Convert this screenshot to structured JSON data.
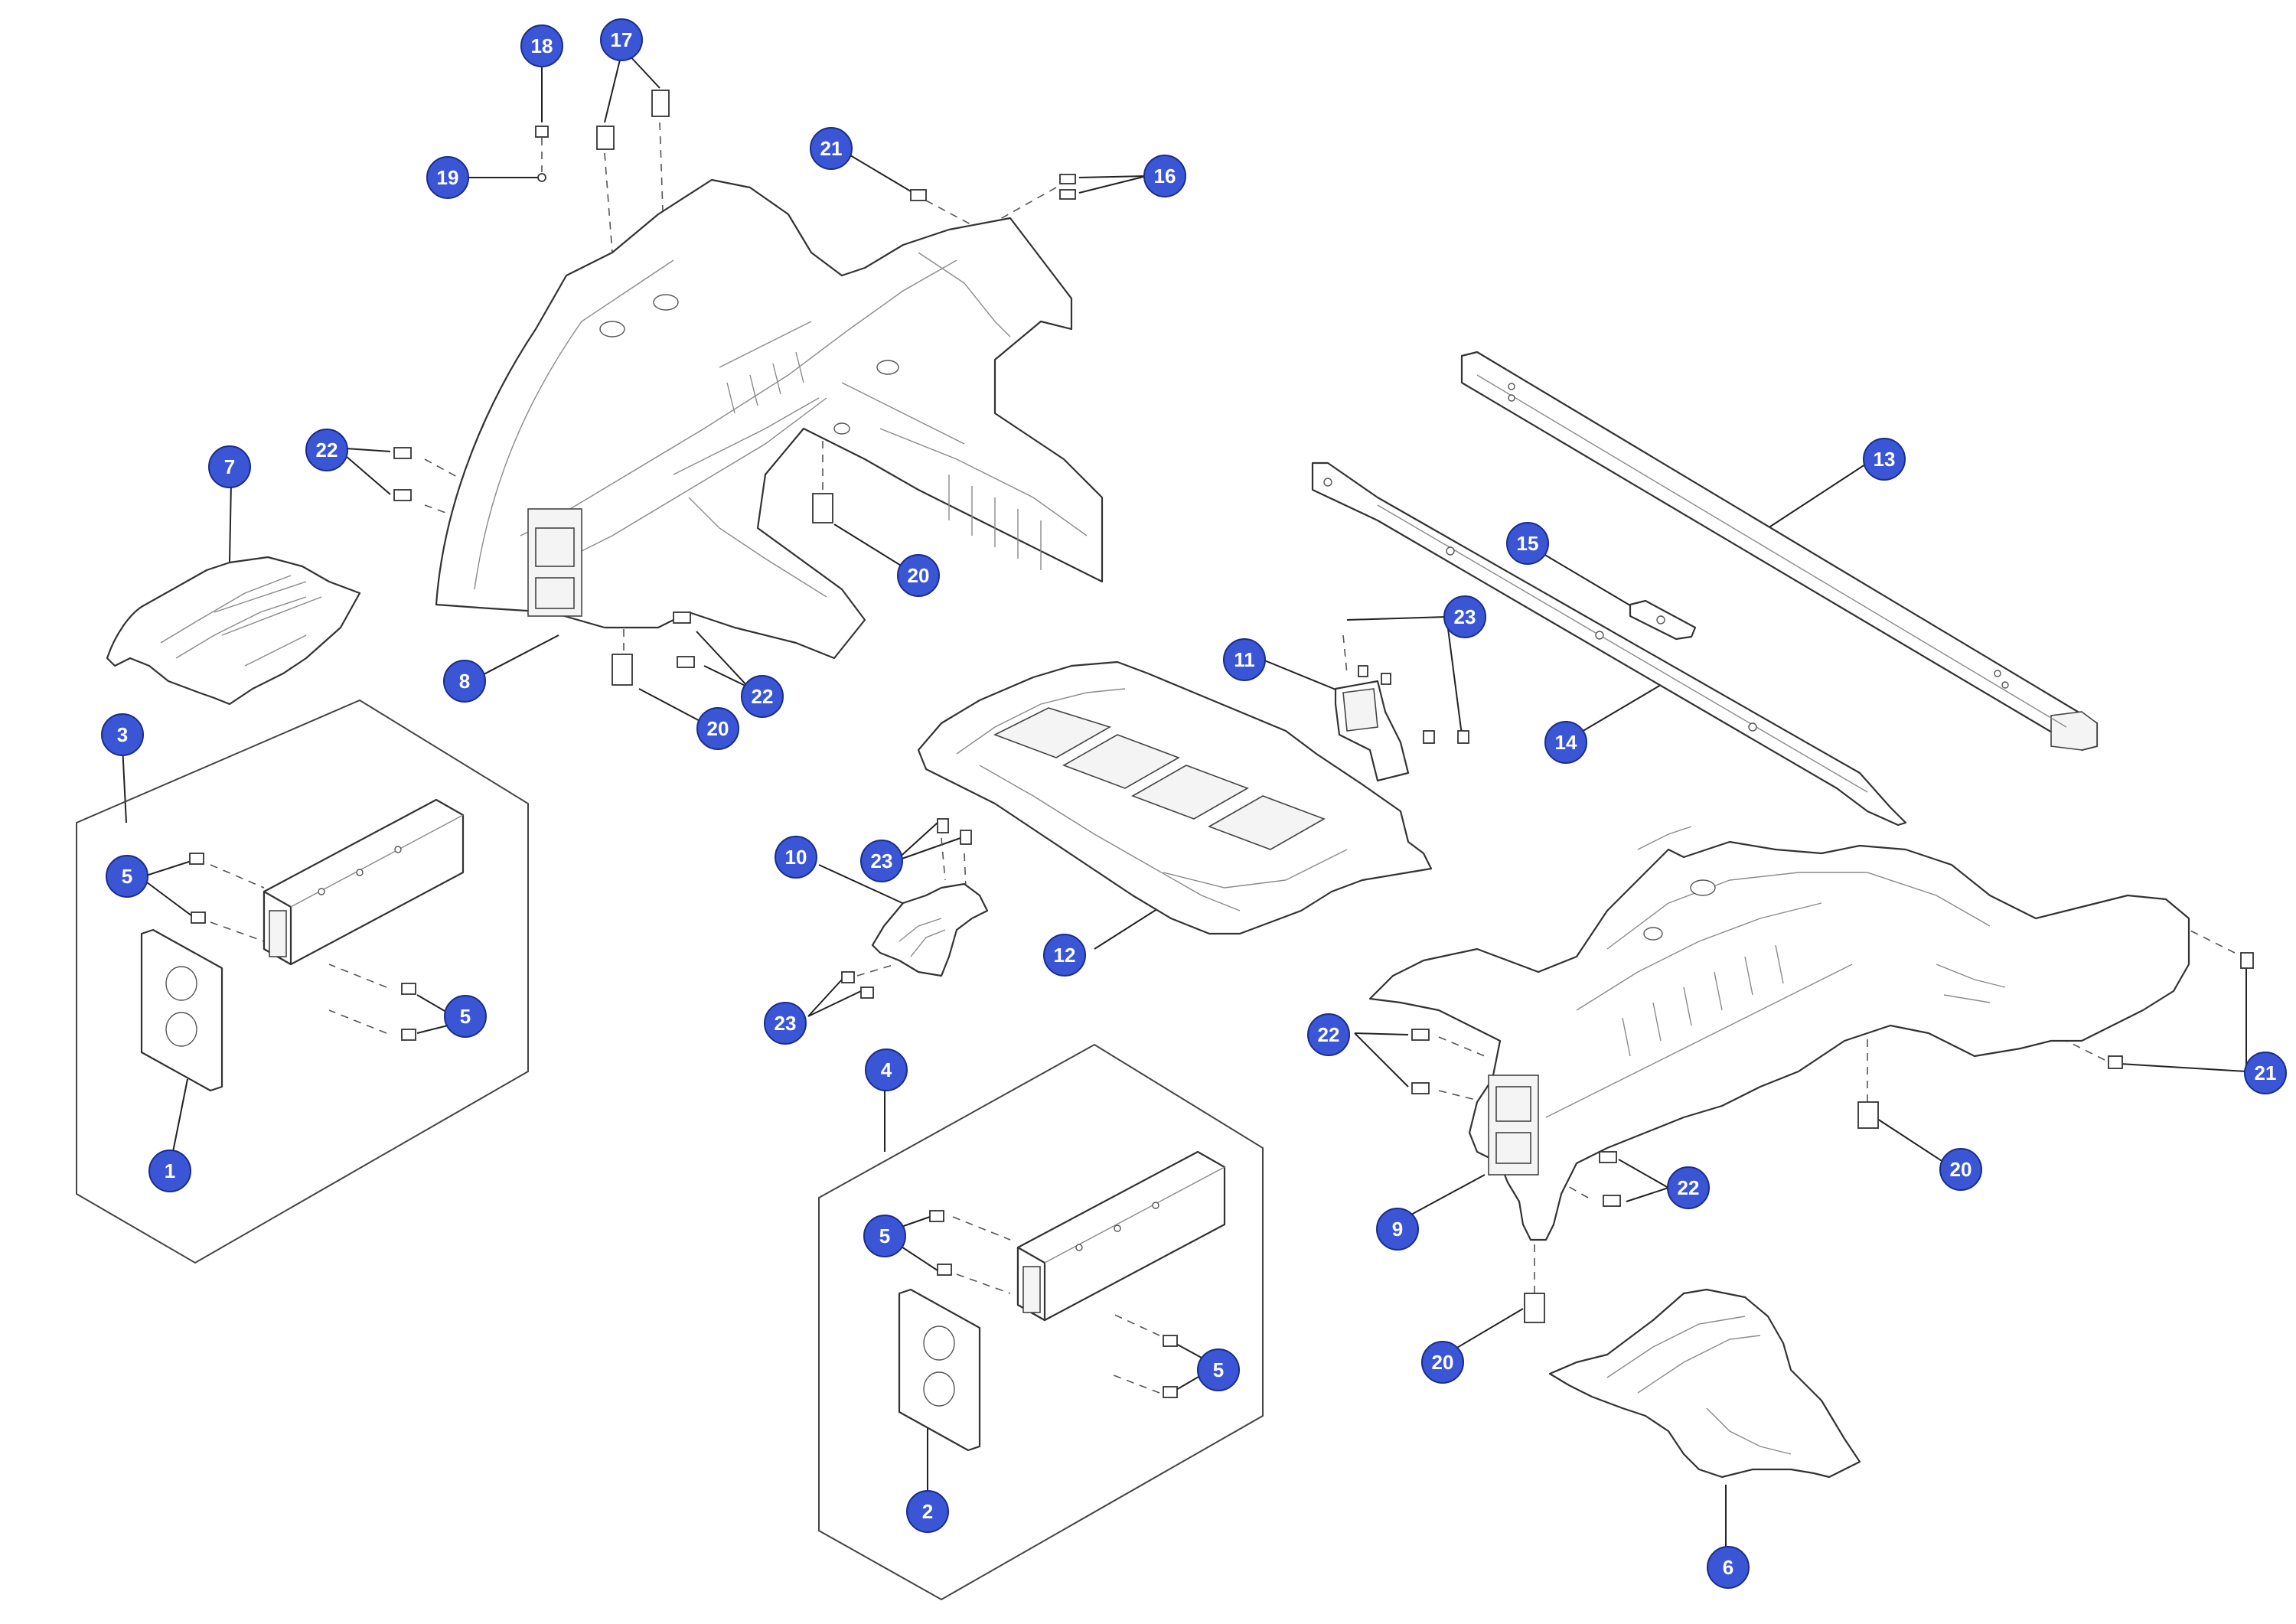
{
  "colors": {
    "badge_fill": "#3a56d4",
    "line": "#333333",
    "background": "#ffffff"
  },
  "callouts": [
    {
      "id": "c18",
      "label": "18"
    },
    {
      "id": "c17",
      "label": "17"
    },
    {
      "id": "c19",
      "label": "19"
    },
    {
      "id": "c21a",
      "label": "21"
    },
    {
      "id": "c16",
      "label": "16"
    },
    {
      "id": "c22a",
      "label": "22"
    },
    {
      "id": "c7",
      "label": "7"
    },
    {
      "id": "c20a",
      "label": "20"
    },
    {
      "id": "c13",
      "label": "13"
    },
    {
      "id": "c15",
      "label": "15"
    },
    {
      "id": "c23a",
      "label": "23"
    },
    {
      "id": "c11",
      "label": "11"
    },
    {
      "id": "c8",
      "label": "8"
    },
    {
      "id": "c22b",
      "label": "22"
    },
    {
      "id": "c20b",
      "label": "20"
    },
    {
      "id": "c14",
      "label": "14"
    },
    {
      "id": "c3",
      "label": "3"
    },
    {
      "id": "c5a",
      "label": "5"
    },
    {
      "id": "c23b",
      "label": "23"
    },
    {
      "id": "c10",
      "label": "10"
    },
    {
      "id": "c12",
      "label": "12"
    },
    {
      "id": "c5b",
      "label": "5"
    },
    {
      "id": "c23c",
      "label": "23"
    },
    {
      "id": "c22c",
      "label": "22"
    },
    {
      "id": "c21b",
      "label": "21"
    },
    {
      "id": "c4",
      "label": "4"
    },
    {
      "id": "c1",
      "label": "1"
    },
    {
      "id": "c20c",
      "label": "20"
    },
    {
      "id": "c22d",
      "label": "22"
    },
    {
      "id": "c5c",
      "label": "5"
    },
    {
      "id": "c9",
      "label": "9"
    },
    {
      "id": "c20d",
      "label": "20"
    },
    {
      "id": "c5d",
      "label": "5"
    },
    {
      "id": "c2",
      "label": "2"
    },
    {
      "id": "c6",
      "label": "6"
    }
  ]
}
